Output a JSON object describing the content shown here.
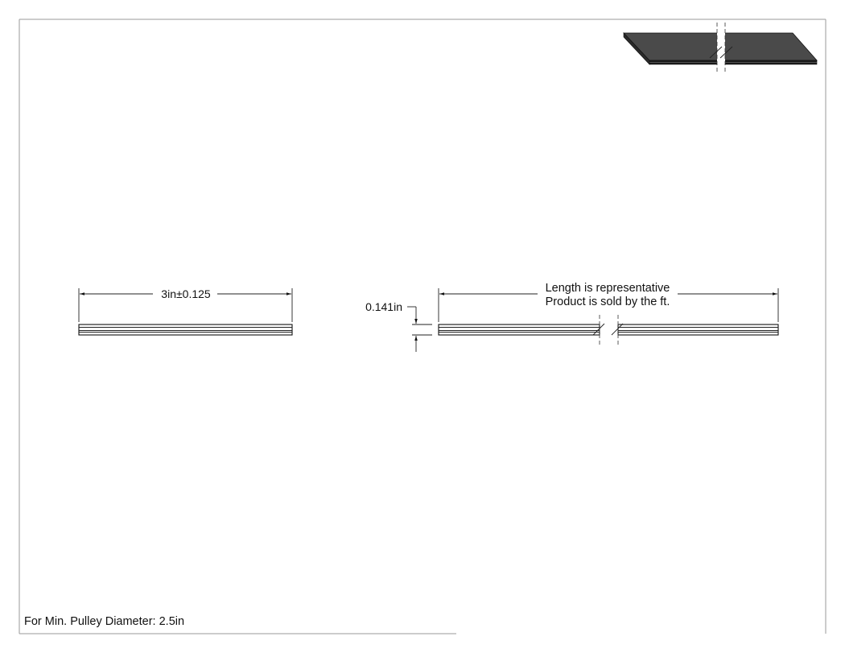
{
  "drawing": {
    "width_dimension": "3in±0.125",
    "thickness_dimension": "0.141in",
    "length_note_line1": "Length is representative",
    "length_note_line2": "Product is sold by the ft.",
    "footer_note": "For Min. Pulley Diameter: 2.5in"
  },
  "colors": {
    "belt_top": "#4a4a4a",
    "belt_side": "#1a1a1a",
    "line": "#111111",
    "frame": "#9a9a9a"
  }
}
